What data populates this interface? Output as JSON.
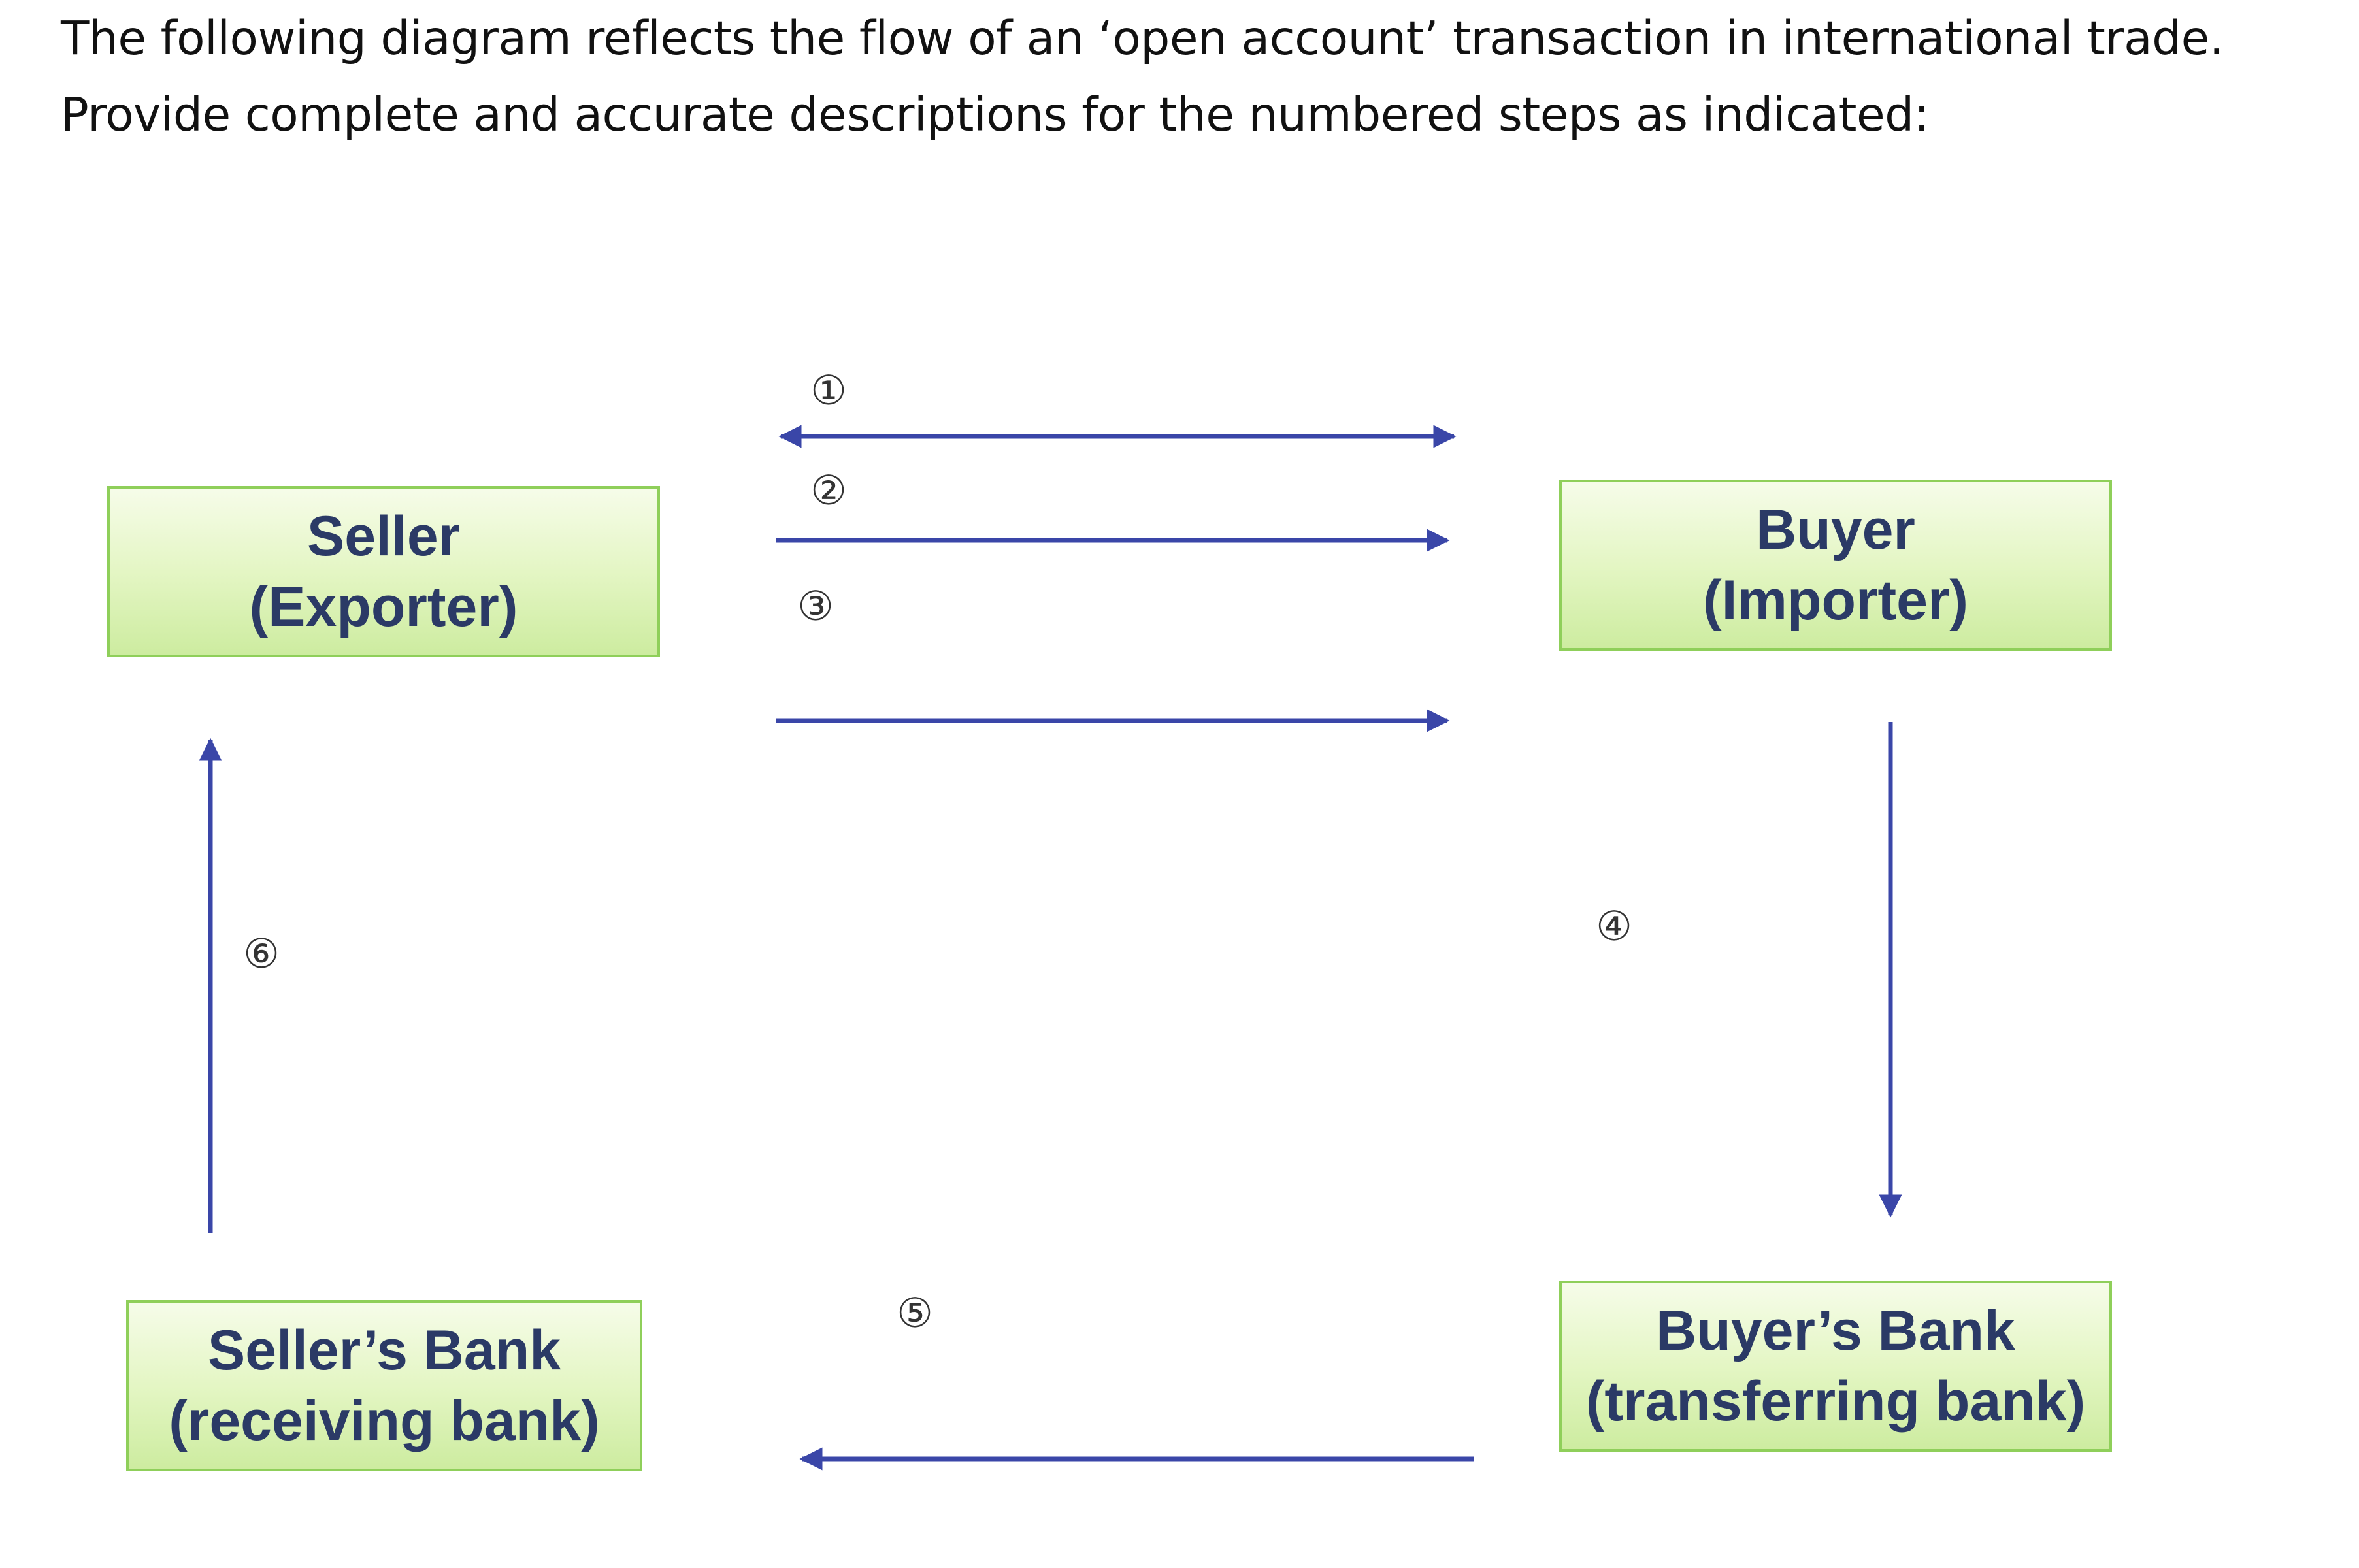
{
  "intro": {
    "line1": "The following diagram reflects the flow of an ‘open account’ transaction in international trade.",
    "line2": "Provide complete and accurate descriptions for the numbered steps as indicated:"
  },
  "boxes": {
    "seller": {
      "line1": "Seller",
      "line2": "(Exporter)"
    },
    "buyer": {
      "line1": "Buyer",
      "line2": "(Importer)"
    },
    "seller_bank": {
      "line1": "Seller’s Bank",
      "line2": "(receiving bank)"
    },
    "buyer_bank": {
      "line1": "Buyer’s Bank",
      "line2": "(transferring bank)"
    }
  },
  "steps": {
    "s1": "①",
    "s2": "②",
    "s3": "③",
    "s4": "④",
    "s5": "⑤",
    "s6": "⑥"
  },
  "colors": {
    "arrow": "#3a46a8",
    "box_border": "#8fcf5a",
    "box_text": "#2b3a66"
  }
}
